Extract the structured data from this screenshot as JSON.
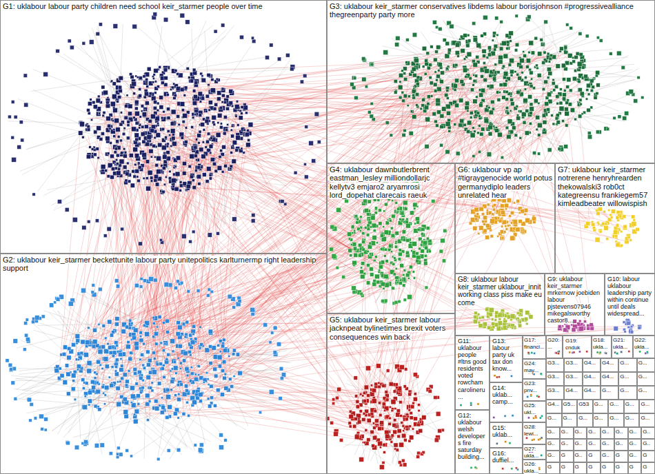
{
  "diagram": {
    "nodes": [
      {
        "text": [
          "G1: uklabour labour party children need school keir_starmer people over time"
        ]
      },
      {
        "text": [
          "G3: uklabour keir_starmer conservatives libdems labour borisjohnson #progressivealliance thegreenparty party more"
        ]
      },
      {
        "text": [
          "G2: uklabour keir_starmer beckettunite labour party unitepolitics karlturnermp right leadership support"
        ]
      },
      {
        "text": [
          "G4: uklabour dawnbutlerbrent eastman_lesley milliondollarjc kellytv3 emjaro2 aryamrosi lord_dopehat clarecais raeuk"
        ]
      },
      {
        "text": [
          "G6: uklabour vp ap #tigraygenocide world potus germanydiplo leaders unrelated hear"
        ]
      },
      {
        "text": [
          "G7: uklabour keir_starmer notrerene henryhrearden thekowalski3 rob0ct kategreensu frankiegem57 kimleadbeater willowispish"
        ]
      },
      {
        "text": [
          "G5: uklabour keir_starmer labour jacknpeat bylinetimes brexit voters consequences win back"
        ]
      },
      {
        "text": [
          "G8: uklabour labour keir_starmer uklabour_innit working class piss make eu come"
        ]
      },
      {
        "text": [
          "G9: uklabour keir_starmer mrkernow joebiden labour pjstevens07946 mikegalsworthy castor8..."
        ]
      },
      {
        "text": [
          "G10: labour uklabour leadership party within continue until deals widespread..."
        ]
      },
      {
        "text": [
          "G11: uklabour people #ltns good residents voted rowcham carolineru..."
        ]
      },
      {
        "text": [
          "G13: labour party uk tax don know..."
        ]
      },
      {
        "text": [
          "G17: financi..."
        ]
      },
      {
        "text": [
          "G20: ..."
        ]
      },
      {
        "text": [
          "G19: cnduk"
        ]
      },
      {
        "text": [
          "G18: ukla..."
        ]
      },
      {
        "text": [
          "G21: ukla..."
        ]
      },
      {
        "text": [
          "G22: ukla..."
        ]
      },
      {
        "text": [
          "G24: may..."
        ]
      },
      {
        "text": [
          "G23: pnv..."
        ]
      },
      {
        "text": [
          "G25: ukl..."
        ]
      },
      {
        "text": [
          "G28: lewi..."
        ]
      },
      {
        "text": [
          "G27: ukla..."
        ]
      },
      {
        "text": [
          "G26: ukla..."
        ]
      },
      {
        "text": [
          "G14: uklab... camp..."
        ]
      },
      {
        "text": [
          "G15: uklab..."
        ]
      },
      {
        "text": [
          "G16: duffiel..."
        ]
      },
      {
        "text": [
          "G12: uklabour welsh developers fire saturday building..."
        ]
      },
      {
        "text": [
          "G3..."
        ]
      },
      {
        "text": [
          "G3..."
        ]
      },
      {
        "text": [
          "G4..."
        ]
      },
      {
        "text": [
          "G4..."
        ]
      },
      {
        "text": [
          "G..."
        ]
      },
      {
        "text": [
          "G..."
        ]
      },
      {
        "text": [
          "G3..."
        ]
      },
      {
        "text": [
          "G3..."
        ]
      },
      {
        "text": [
          "G4..."
        ]
      },
      {
        "text": [
          "G4..."
        ]
      },
      {
        "text": [
          "G..."
        ]
      },
      {
        "text": [
          "G..."
        ]
      },
      {
        "text": [
          "G3..."
        ]
      },
      {
        "text": [
          "G4..."
        ]
      },
      {
        "text": [
          "G4..."
        ]
      },
      {
        "text": [
          "G..."
        ]
      },
      {
        "text": [
          "G..."
        ]
      },
      {
        "text": [
          "G..."
        ]
      },
      {
        "text": [
          "G4..."
        ]
      },
      {
        "text": [
          "G5..."
        ]
      },
      {
        "text": [
          "G53"
        ]
      },
      {
        "text": [
          "G..."
        ]
      },
      {
        "text": [
          "G..."
        ]
      },
      {
        "text": [
          "G..."
        ]
      },
      {
        "text": [
          "G..."
        ]
      },
      {
        "text": [
          "G..."
        ]
      },
      {
        "text": [
          "G..."
        ]
      },
      {
        "text": [
          "G..."
        ]
      },
      {
        "text": [
          "G..."
        ]
      },
      {
        "text": [
          "G..."
        ]
      },
      {
        "text": [
          "G..."
        ]
      },
      {
        "text": [
          "G..."
        ]
      },
      {
        "text": [
          "G.."
        ]
      },
      {
        "text": [
          "G.."
        ]
      },
      {
        "text": [
          "G.."
        ]
      },
      {
        "text": [
          "G.."
        ]
      },
      {
        "text": [
          "G.."
        ]
      },
      {
        "text": [
          "G.."
        ]
      },
      {
        "text": [
          "G.."
        ]
      },
      {
        "text": [
          "G.."
        ]
      },
      {
        "text": [
          "G.."
        ]
      },
      {
        "text": [
          "G.."
        ]
      },
      {
        "text": [
          "G.."
        ]
      },
      {
        "text": [
          "G.."
        ]
      },
      {
        "text": [
          "G.."
        ]
      },
      {
        "text": [
          "G.."
        ]
      },
      {
        "text": [
          "G.."
        ]
      },
      {
        "text": [
          "G.."
        ]
      },
      {
        "text": [
          "G.."
        ]
      },
      {
        "text": [
          "G"
        ]
      },
      {
        "text": [
          "G.."
        ]
      },
      {
        "text": [
          "G"
        ]
      },
      {
        "text": [
          "G.."
        ]
      },
      {
        "text": [
          "G"
        ]
      },
      {
        "text": [
          "G.."
        ]
      },
      {
        "text": [
          "G"
        ]
      },
      {
        "text": [
          "G"
        ]
      },
      {
        "text": [
          "G"
        ]
      },
      {
        "text": [
          "G"
        ]
      },
      {
        "text": [
          "G"
        ]
      },
      {
        "text": [
          "G"
        ]
      },
      {
        "text": [
          "G"
        ]
      },
      {
        "text": [
          "G"
        ]
      },
      {
        "text": [
          "G"
        ]
      }
    ]
  }
}
